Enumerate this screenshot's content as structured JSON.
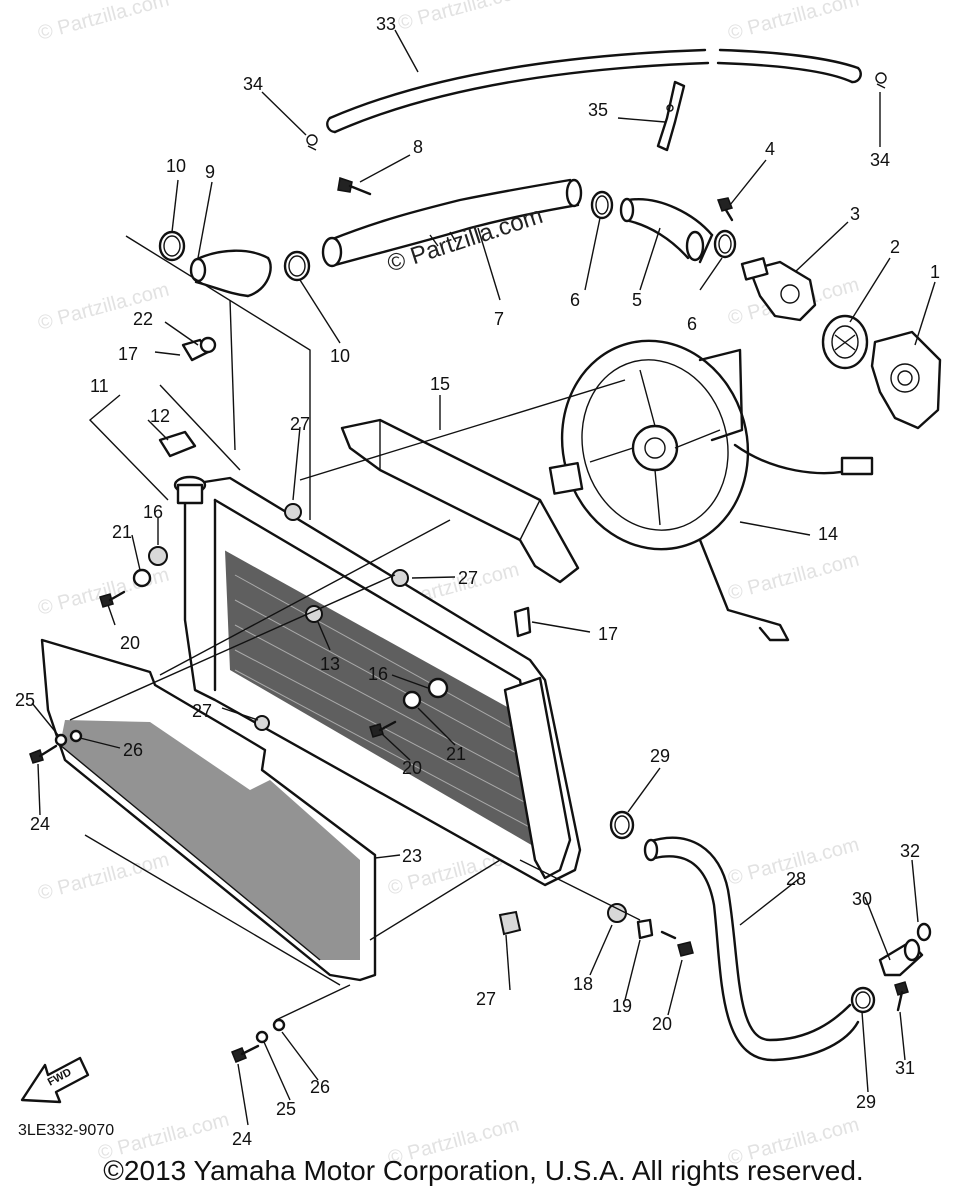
{
  "watermark": "© Partzilla.com",
  "center_watermark": "© Partzilla.com",
  "fwd_label": "FWD",
  "doc_number": "3LE332-9070",
  "copyright": "©2013 Yamaha Motor Corporation, U.S.A. All rights reserved.",
  "part_labels": {
    "p33": "33",
    "p34a": "34",
    "p34b": "34",
    "p35": "35",
    "p8": "8",
    "p4": "4",
    "p10a": "10",
    "p9": "9",
    "p3": "3",
    "p2": "2",
    "p1": "1",
    "p6a": "6",
    "p5": "5",
    "p6b": "6",
    "p7": "7",
    "p10b": "10",
    "p22": "22",
    "p17a": "17",
    "p11": "11",
    "p12": "12",
    "p15": "15",
    "p27a": "27",
    "p14": "14",
    "p21a": "21",
    "p16a": "16",
    "p27b": "27",
    "p20a": "20",
    "p13": "13",
    "p17b": "17",
    "p16b": "16",
    "p25a": "25",
    "p27c": "27",
    "p26a": "26",
    "p20b": "20",
    "p21b": "21",
    "p24a": "24",
    "p29a": "29",
    "p23": "23",
    "p32": "32",
    "p28": "28",
    "p30": "30",
    "p18": "18",
    "p19": "19",
    "p20c": "20",
    "p27d": "27",
    "p31": "31",
    "p29b": "29",
    "p26b": "26",
    "p25b": "25",
    "p24b": "24"
  }
}
